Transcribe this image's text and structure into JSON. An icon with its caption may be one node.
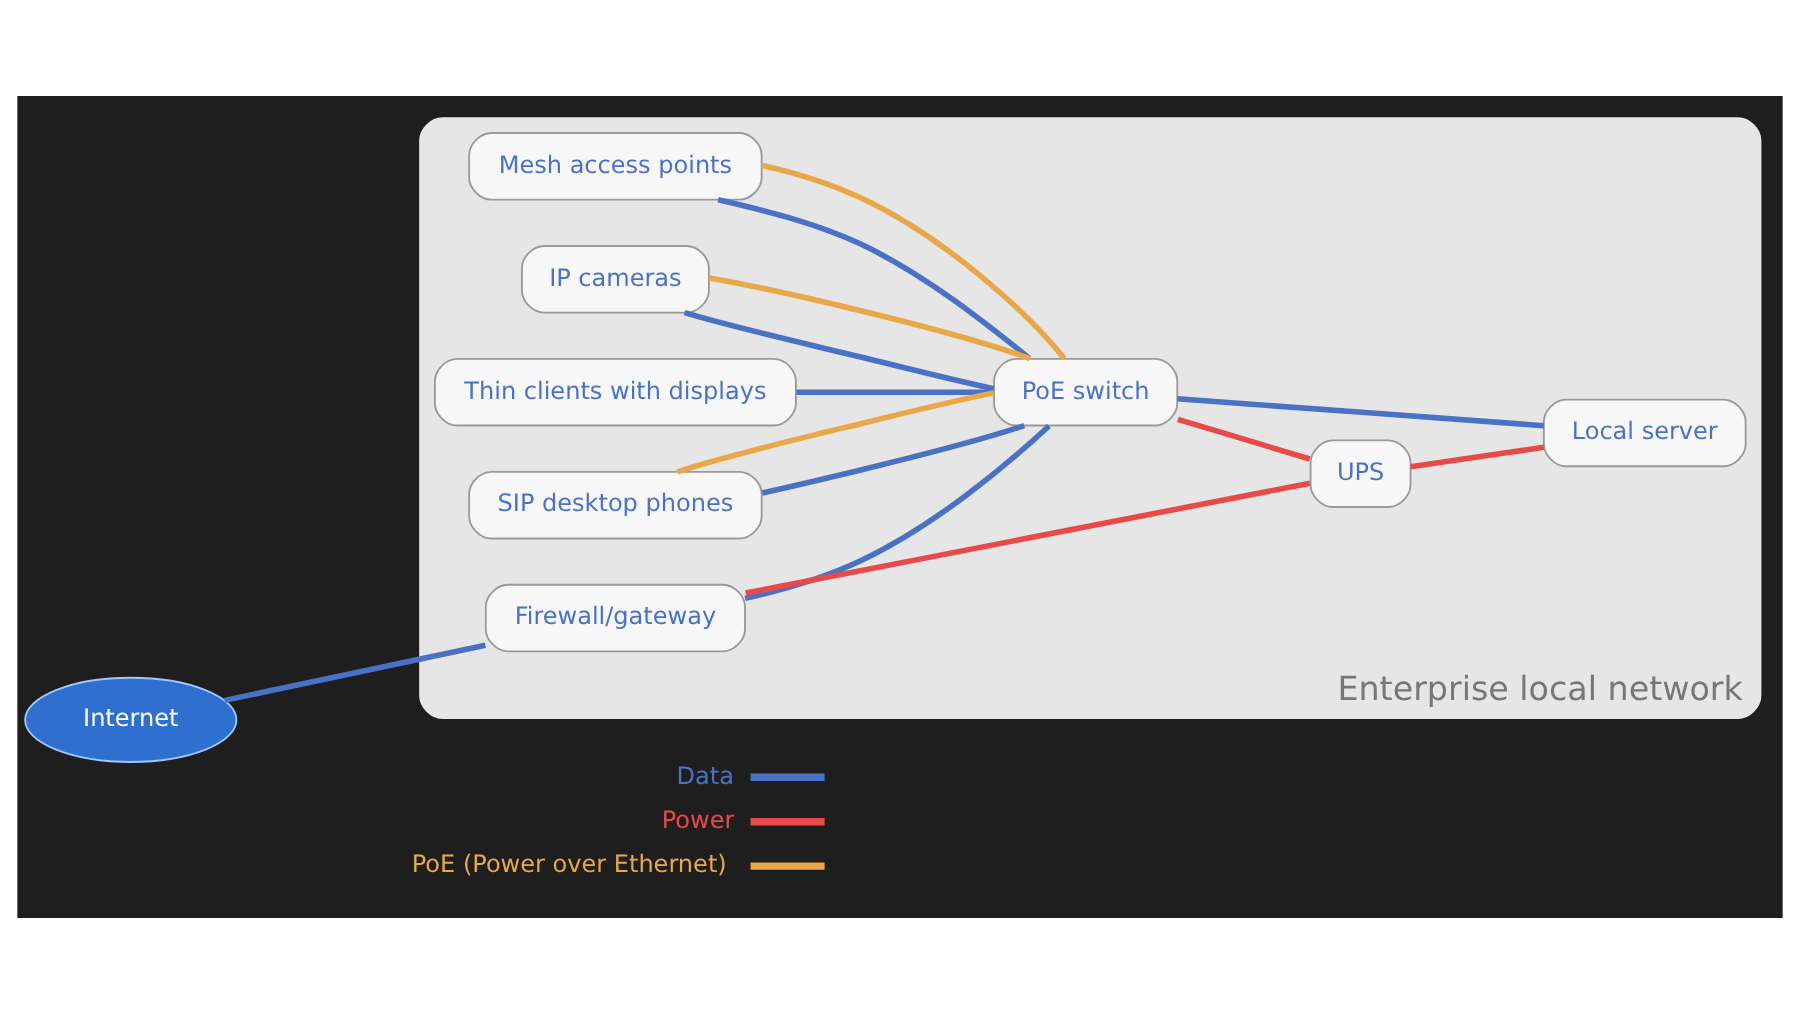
{
  "diagram": {
    "nodes": [
      {
        "text": [
          "Enterprise local network"
        ]
      },
      {
        "text": [
          "Internet"
        ]
      },
      {
        "text": [
          "Mesh access points"
        ],
        "in": 0
      },
      {
        "text": [
          "IP cameras"
        ],
        "in": 0
      },
      {
        "text": [
          "Thin clients with displays"
        ],
        "in": 0
      },
      {
        "text": [
          "SIP desktop phones"
        ],
        "in": 0
      },
      {
        "text": [
          "Firewall/gateway"
        ],
        "in": 0
      },
      {
        "text": [
          "PoE switch"
        ],
        "in": 0
      },
      {
        "text": [
          "UPS"
        ],
        "in": 0
      },
      {
        "text": [
          "Local server"
        ],
        "in": 0
      }
    ],
    "edges": [
      {
        "from": 1,
        "to": 6,
        "arrow": "none"
      },
      {
        "from": 6,
        "to": 7,
        "arrow": "none"
      },
      {
        "from": 7,
        "to": 2,
        "arrow": "none"
      },
      {
        "from": 7,
        "to": 2,
        "arrow": "none",
        "color": "#e8a84a"
      },
      {
        "from": 7,
        "to": 3,
        "arrow": "none"
      },
      {
        "from": 7,
        "to": 3,
        "arrow": "none",
        "color": "#e8a84a"
      },
      {
        "from": 7,
        "to": 4,
        "arrow": "none"
      },
      {
        "from": 7,
        "to": 5,
        "arrow": "none"
      },
      {
        "from": 7,
        "to": 5,
        "arrow": "none",
        "color": "#e8a84a"
      },
      {
        "from": 7,
        "to": 9,
        "arrow": "none"
      },
      {
        "from": 6,
        "to": 8,
        "arrow": "none",
        "color": "#e84a4a"
      },
      {
        "from": 7,
        "to": 8,
        "arrow": "none",
        "color": "#e84a4a"
      },
      {
        "from": 8,
        "to": 9,
        "arrow": "none",
        "color": "#e84a4a"
      }
    ],
    "legend": [
      {
        "text": "Data",
        "color": "#4a72c4"
      },
      {
        "text": "Power",
        "color": "#e84a4a"
      },
      {
        "text": "PoE (Power over Ethernet)",
        "color": "#e8a84a"
      }
    ]
  }
}
